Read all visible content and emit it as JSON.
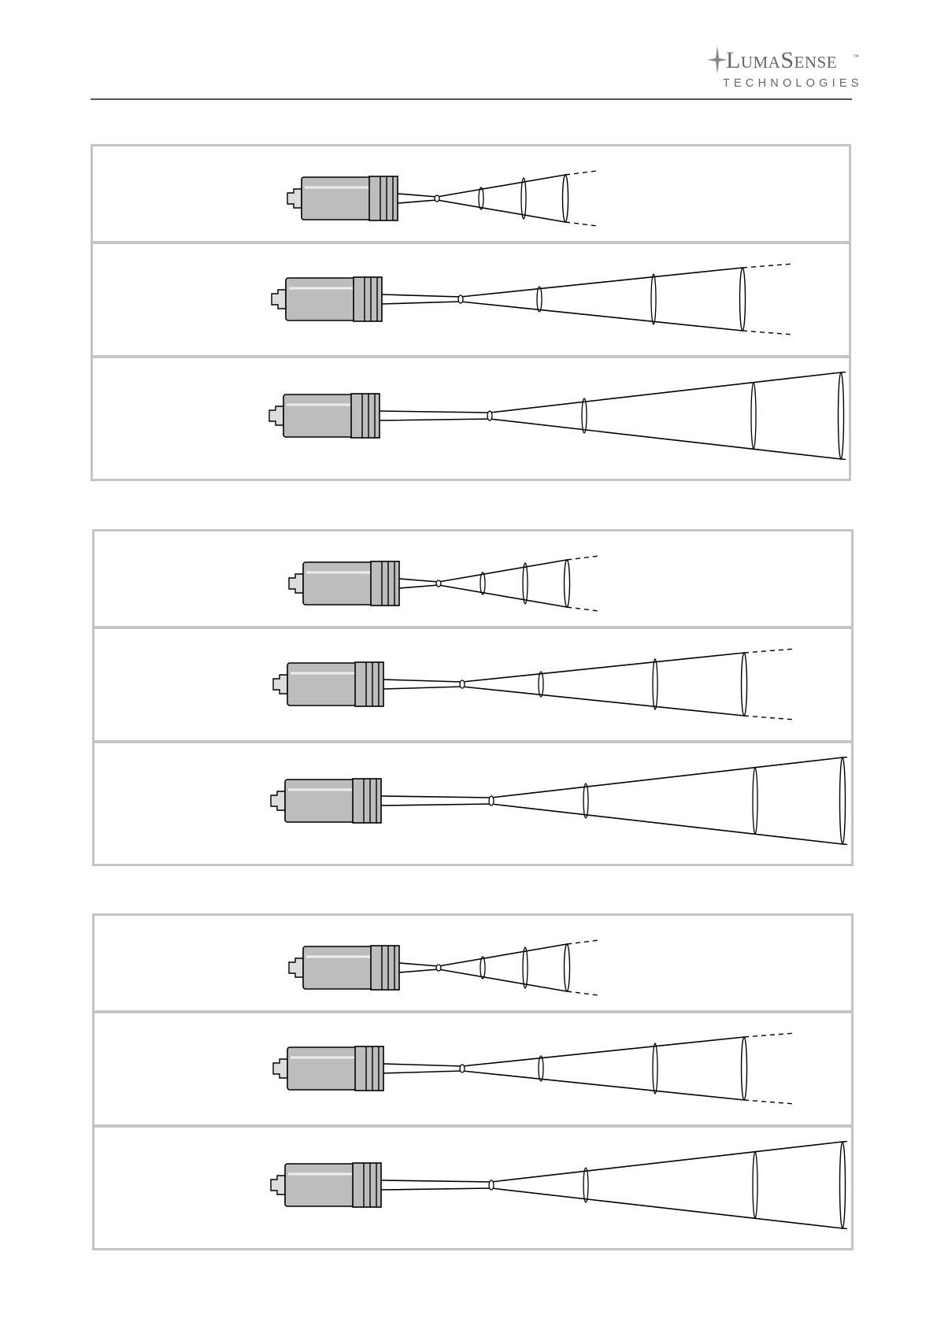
{
  "header": {
    "logo_word_L": "L",
    "logo_word_UMA": "UMA",
    "logo_word_S": "S",
    "logo_word_ENSE": "ENSE",
    "logo_trademark": "™",
    "logo_subline": "TECHNOLOGIES"
  },
  "colors": {
    "rule": "#555555",
    "panel_border": "#c4c4c4",
    "sensor_body": "#bdbdbd",
    "logo_text": "#666666"
  }
}
